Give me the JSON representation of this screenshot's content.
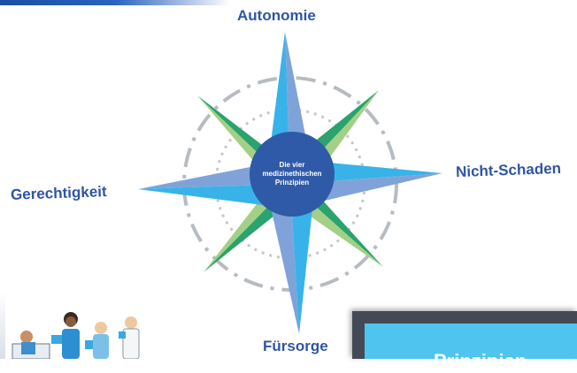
{
  "principles": {
    "top": "Autonomie",
    "right": "Nicht-Schaden",
    "left": "Gerechtigkeit",
    "bottom": "Fürsorge"
  },
  "center": {
    "line1": "Die vier",
    "line2": "medizinethischen",
    "line3": "Prinzipien"
  },
  "panel": {
    "text": "Prinzipien"
  },
  "colors": {
    "label": "#2f55a4",
    "center_circle": "#2f5aa8",
    "cardinal_light": "#37b3ea",
    "cardinal_dark": "#7fa3d8",
    "diagonal_green": "#2aa36c",
    "diagonal_lightgreen": "#a4cf86",
    "ring": "#b7bcc2",
    "panel_bg": "#444a55",
    "panel_inner": "#4fc4ee"
  }
}
